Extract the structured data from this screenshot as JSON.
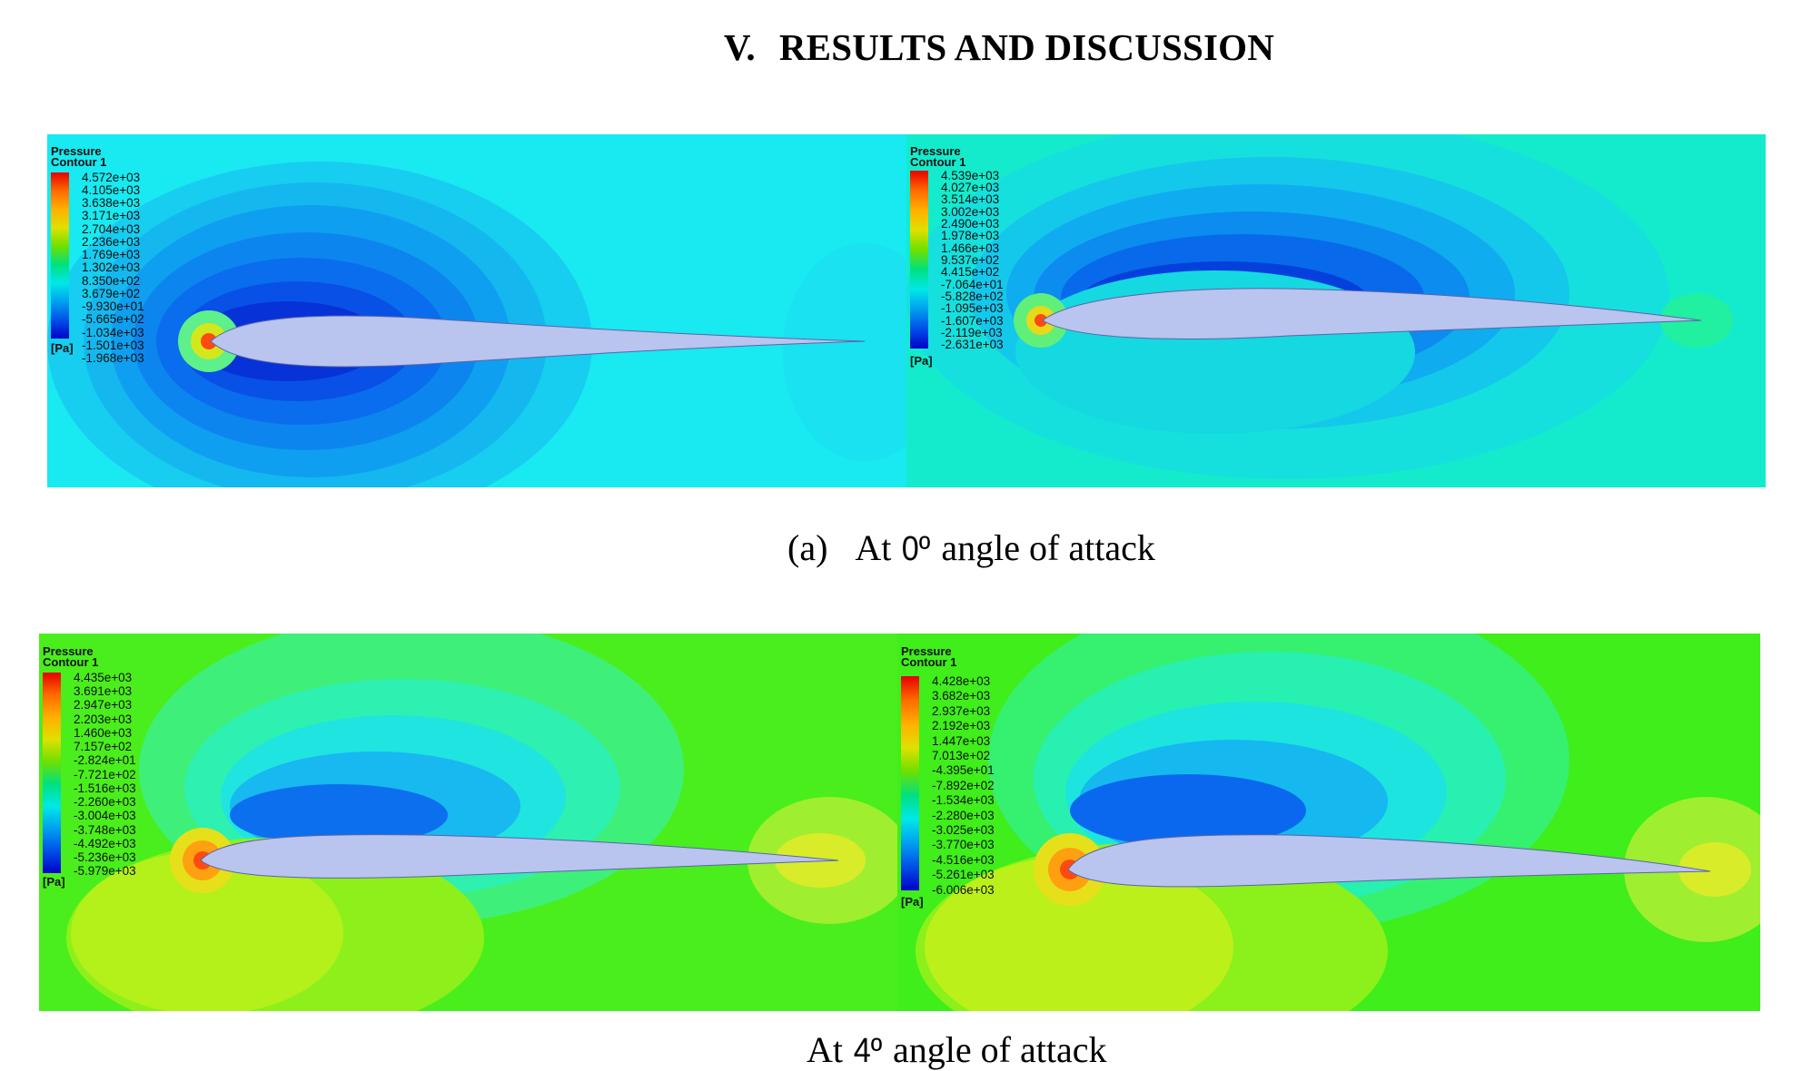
{
  "heading": {
    "number": "V.",
    "title": "RESULTS AND DISCUSSION"
  },
  "captions": {
    "row1": {
      "label": "(a)",
      "prefix": "At",
      "degree": "0º",
      "suffix": "angle of attack"
    },
    "row2": {
      "prefix": "At",
      "degree": "4º",
      "suffix": "angle of attack"
    }
  },
  "panels": [
    {
      "legend_title_line1": "Pressure",
      "legend_title_line2": "Contour 1",
      "unit": "[Pa]",
      "values": [
        "4.572e+03",
        "4.105e+03",
        "3.638e+03",
        "3.171e+03",
        "2.704e+03",
        "2.236e+03",
        "1.769e+03",
        "1.302e+03",
        "8.350e+02",
        "3.679e+02",
        "-9.930e+01",
        "-5.665e+02",
        "-1.034e+03",
        "-1.501e+03",
        "-1.968e+03"
      ],
      "bg_color": "#17e6ee"
    },
    {
      "legend_title_line1": "Pressure",
      "legend_title_line2": "Contour 1",
      "unit": "[Pa]",
      "values": [
        "4.539e+03",
        "4.027e+03",
        "3.514e+03",
        "3.002e+03",
        "2.490e+03",
        "1.978e+03",
        "1.466e+03",
        "9.537e+02",
        "4.415e+02",
        "-7.064e+01",
        "-5.828e+02",
        "-1.095e+03",
        "-1.607e+03",
        "-2.119e+03",
        "-2.631e+03"
      ],
      "bg_color": "#10ecc8"
    },
    {
      "legend_title_line1": "Pressure",
      "legend_title_line2": "Contour 1",
      "unit": "[Pa]",
      "values": [
        "4.435e+03",
        "3.691e+03",
        "2.947e+03",
        "2.203e+03",
        "1.460e+03",
        "7.157e+02",
        "-2.824e+01",
        "-7.721e+02",
        "-1.516e+03",
        "-2.260e+03",
        "-3.004e+03",
        "-3.748e+03",
        "-4.492e+03",
        "-5.236e+03",
        "-5.979e+03"
      ],
      "bg_color": "#49ee1e"
    },
    {
      "legend_title_line1": "Pressure",
      "legend_title_line2": "Contour 1",
      "unit": "[Pa]",
      "values": [
        "4.428e+03",
        "3.682e+03",
        "2.937e+03",
        "2.192e+03",
        "1.447e+03",
        "7.013e+02",
        "-4.395e+01",
        "-7.892e+02",
        "-1.534e+03",
        "-2.280e+03",
        "-3.025e+03",
        "-3.770e+03",
        "-4.516e+03",
        "-5.261e+03",
        "-6.006e+03"
      ],
      "bg_color": "#3cee1a"
    }
  ]
}
